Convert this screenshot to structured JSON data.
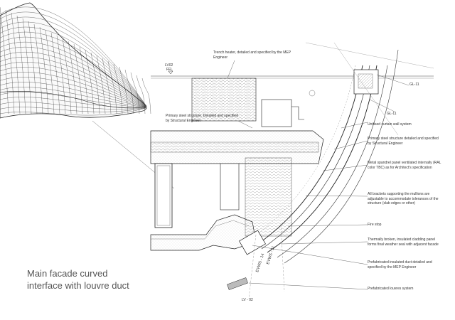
{
  "caption": {
    "line1": "Main facade curved",
    "line2": "interface with louvre duct"
  },
  "annotations": {
    "trench_heater": "Trench heater, detailed and specified by the MEP Engineer",
    "primary_steel_top": "Primary steel structure. Detailed and specified by Structural Engineer",
    "unitised_cw": "Unitised curtain wall system",
    "primary_steel_right": "Primary steel structure detailed and specified by Structural Engineer",
    "metal_spandrel": "Metal spandrel panel ventilated internally (RAL color TBC) as for Architect's specification",
    "brackets": "All brackets supporting the mullions are adjustable to accommodate tolerances of the structure (slab edges or other)",
    "fire_stop": "Fire stop",
    "thermal_break": "Thermally broken, insulated cladding panel forms final weather seal with adjacent facade",
    "prefab_duct": "Prefabricated insulated duct detailed and specified by the MEP Engineer",
    "prefab_louvres": "Prefabricated louvres system"
  },
  "levels": {
    "lv02": "LV02",
    "ffl": "FFL",
    "lv02_bottom": "LV - 02",
    "gl11_top": "GL-11",
    "gl11_mid": "GL-11",
    "evws11": "EVWS - 11",
    "evws14": "EVWS - 14"
  }
}
